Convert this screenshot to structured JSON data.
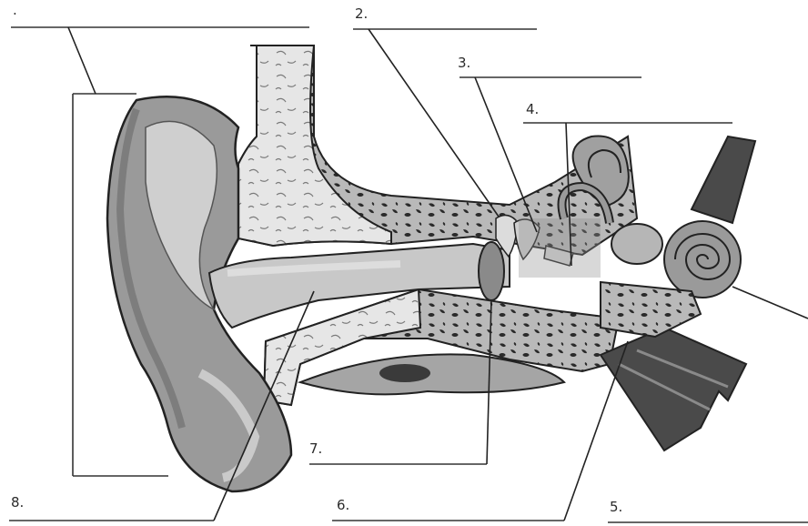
{
  "diagram": {
    "labels": {
      "1": ".",
      "2": "2.",
      "3": "3.",
      "4": "4.",
      "5": "5.",
      "6": "6.",
      "7": "7.",
      "8": "8."
    },
    "colors": {
      "line": "#222222",
      "skin_dark": "#6f6f6f",
      "skin_mid": "#a8a8a8",
      "skin_light": "#d6d6d6",
      "bone": "#b9b9b9",
      "bone_spots": "#2a2a2a",
      "canal": "#c8c8c8",
      "nerve": "#4a4a4a"
    }
  }
}
